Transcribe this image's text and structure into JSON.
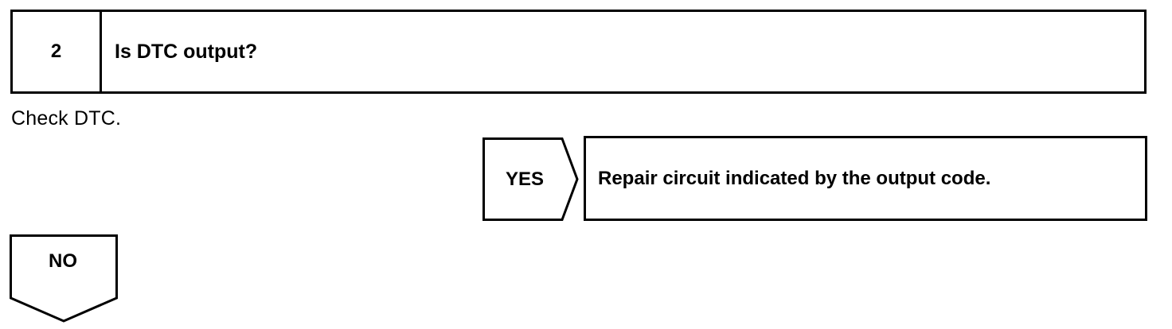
{
  "step": {
    "number": "2",
    "question": "Is DTC output?"
  },
  "instruction": "Check DTC.",
  "yes_branch": {
    "label": "YES",
    "result": "Repair circuit indicated by the output code."
  },
  "no_branch": {
    "label": "NO"
  }
}
